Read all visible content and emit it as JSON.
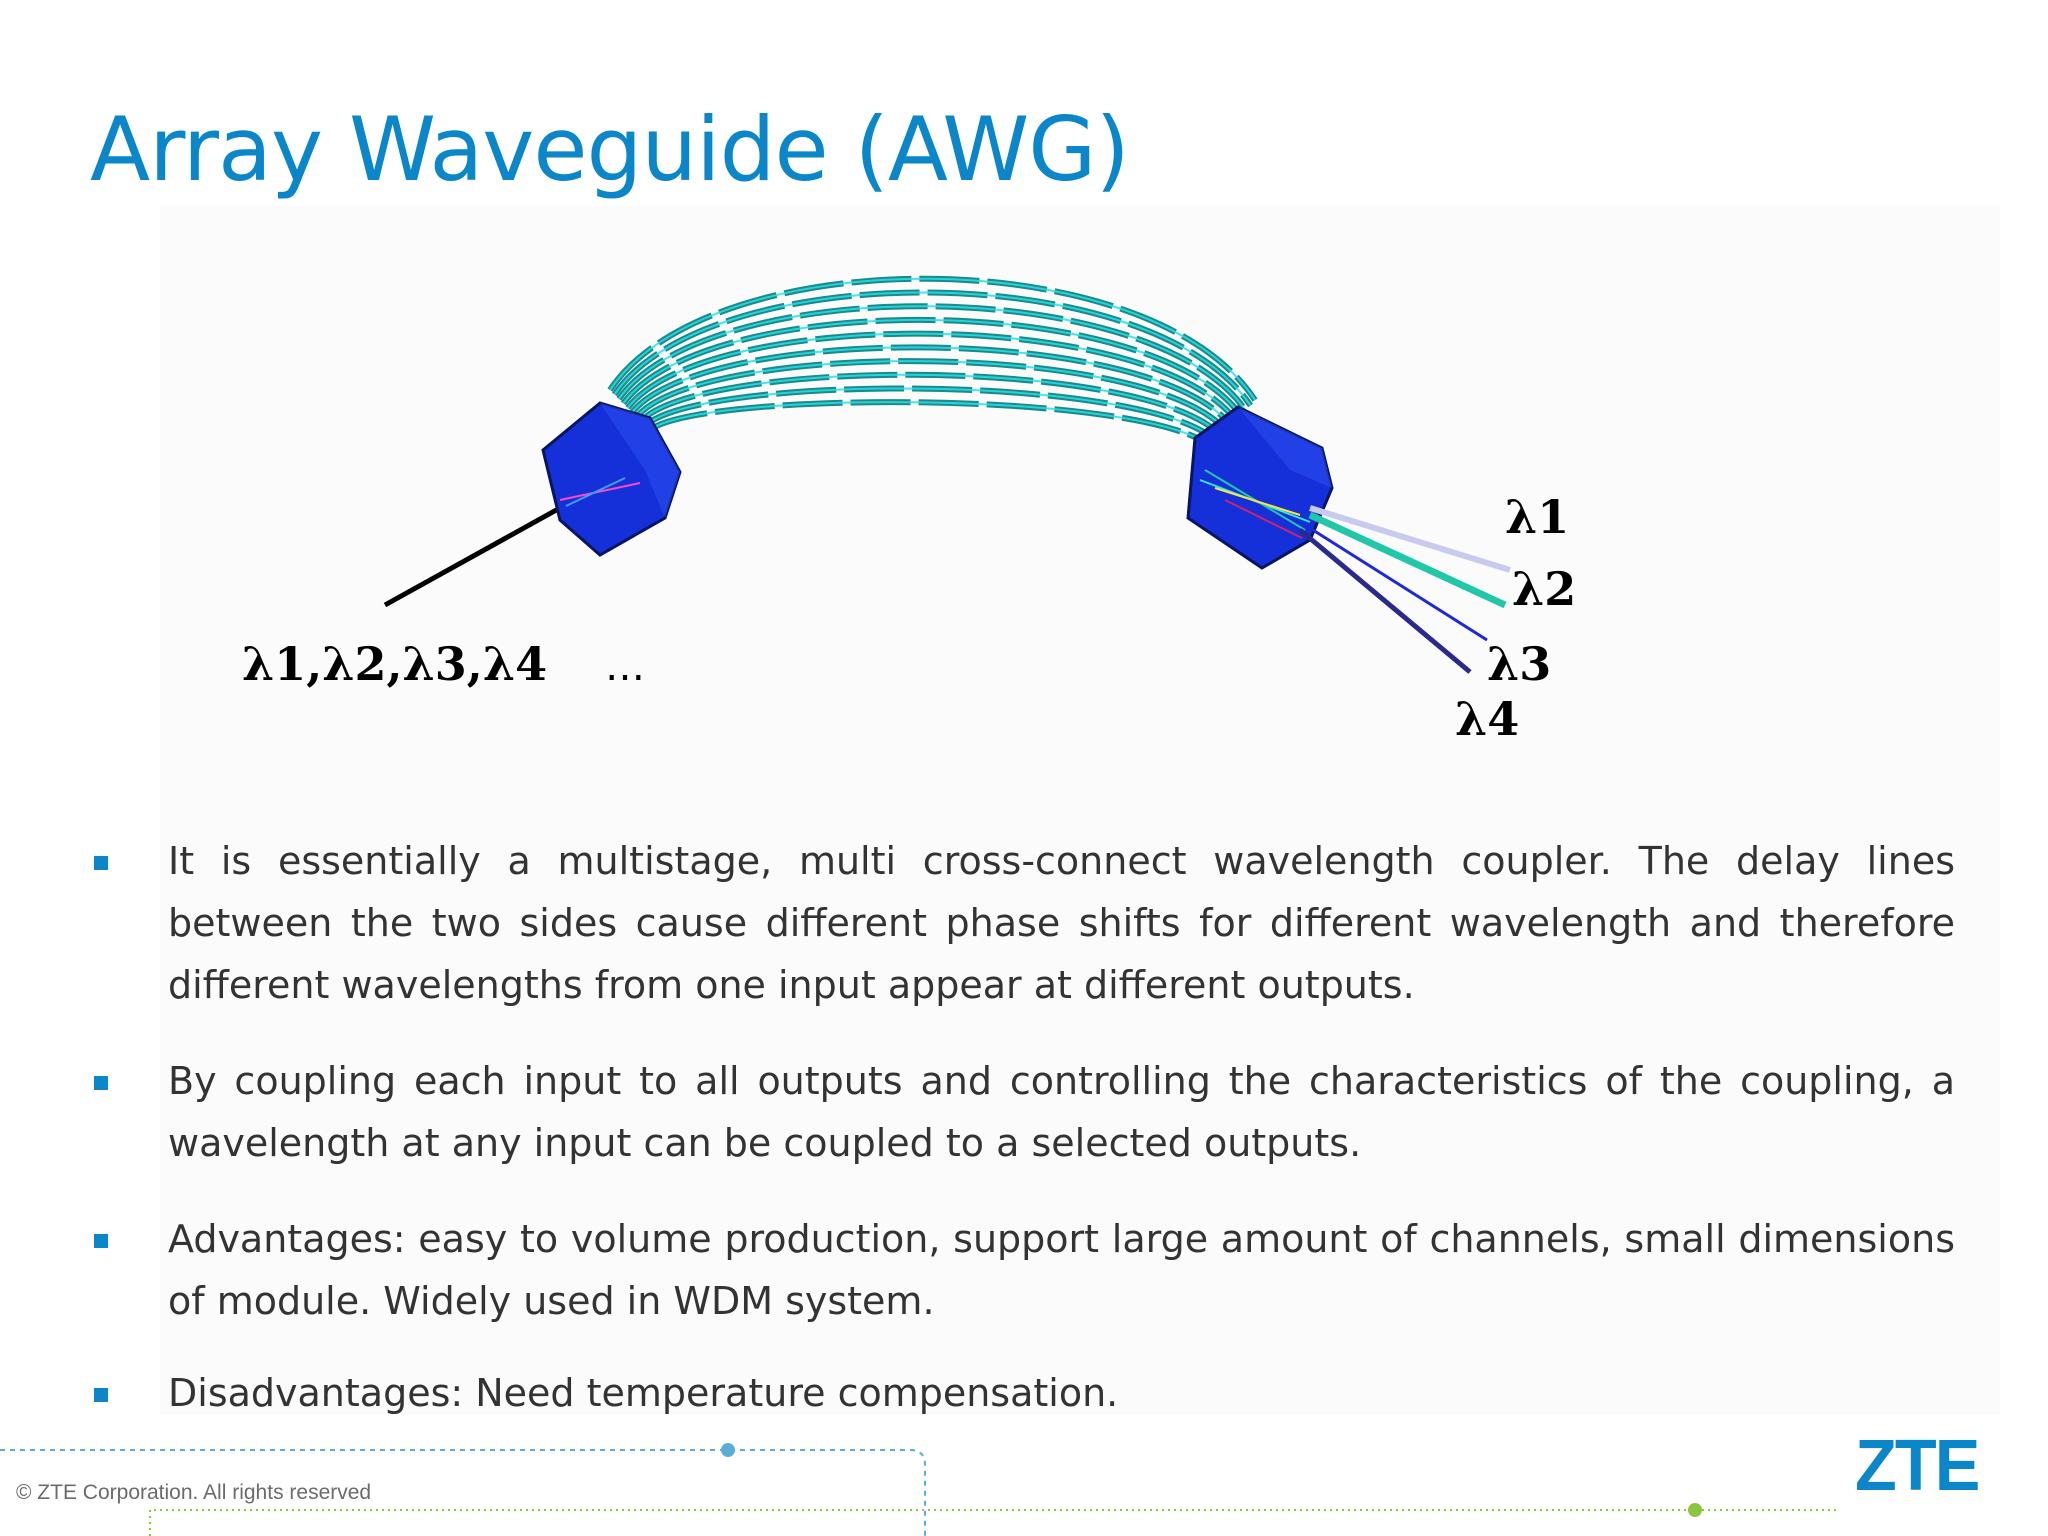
{
  "title": "Array Waveguide (AWG)",
  "diagram": {
    "input_label": "λ1,λ2,λ3,λ4",
    "ellipsis": "…",
    "output_labels": [
      "λ1",
      "λ2",
      "λ3",
      "λ4"
    ],
    "colors": {
      "coupler": "#1530d8",
      "waveguide_dark": "#1a8a8a",
      "waveguide_light": "#27e0e8",
      "out_lambda1": "#c9cbee",
      "out_lambda2": "#20c8a8",
      "out_lambda3": "#1d28d8",
      "out_lambda4": "#2a2a8c"
    }
  },
  "bullets": [
    " It is essentially a multistage, multi cross-connect wavelength coupler. The delay lines between the two sides cause different phase shifts for different wavelength and therefore different wavelengths from one input appear at different outputs.",
    " By coupling each input to all outputs and controlling the characteristics of the coupling, a wavelength at any input can be coupled to a selected outputs.",
    "Advantages: easy to volume production, support large amount  of channels, small dimensions of module. Widely used in WDM system.",
    "Disadvantages: Need temperature compensation."
  ],
  "footer": {
    "copyright": "© ZTE Corporation. All rights reserved",
    "logo": "ZTE"
  }
}
